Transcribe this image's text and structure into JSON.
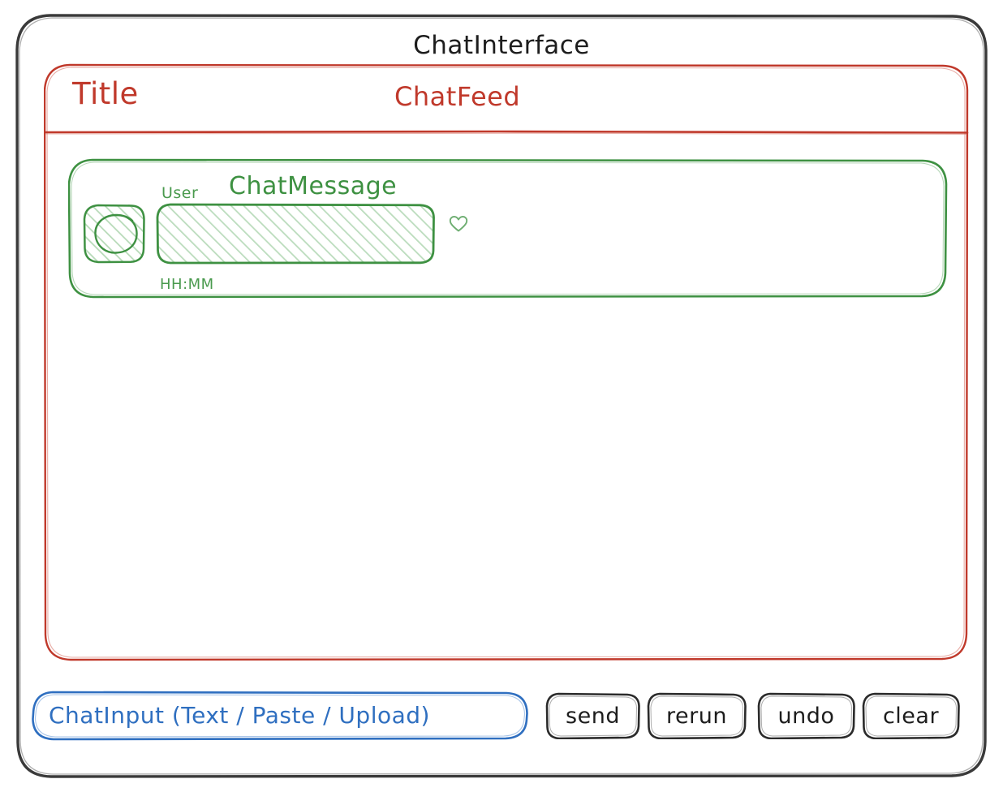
{
  "window": {
    "title": "ChatInterface",
    "frame_color": "#3a3a3a"
  },
  "chat_feed": {
    "title_label": "Title",
    "component_name": "ChatFeed",
    "accent_color": "#c0392b"
  },
  "chat_message": {
    "component_name": "ChatMessage",
    "user_label": "User",
    "timestamp": "HH:MM",
    "accent_color": "#3e9142",
    "avatar_icon": "avatar-placeholder-icon",
    "bubble_placeholder": "message-bubble-placeholder",
    "reaction_icon": "heart-icon"
  },
  "composer": {
    "input_label": "ChatInput (Text / Paste / Upload)",
    "input_accent_color": "#2f6fc0",
    "buttons": [
      {
        "id": "send",
        "label": "send"
      },
      {
        "id": "rerun",
        "label": "rerun"
      },
      {
        "id": "undo",
        "label": "undo"
      },
      {
        "id": "clear",
        "label": "clear"
      }
    ]
  }
}
